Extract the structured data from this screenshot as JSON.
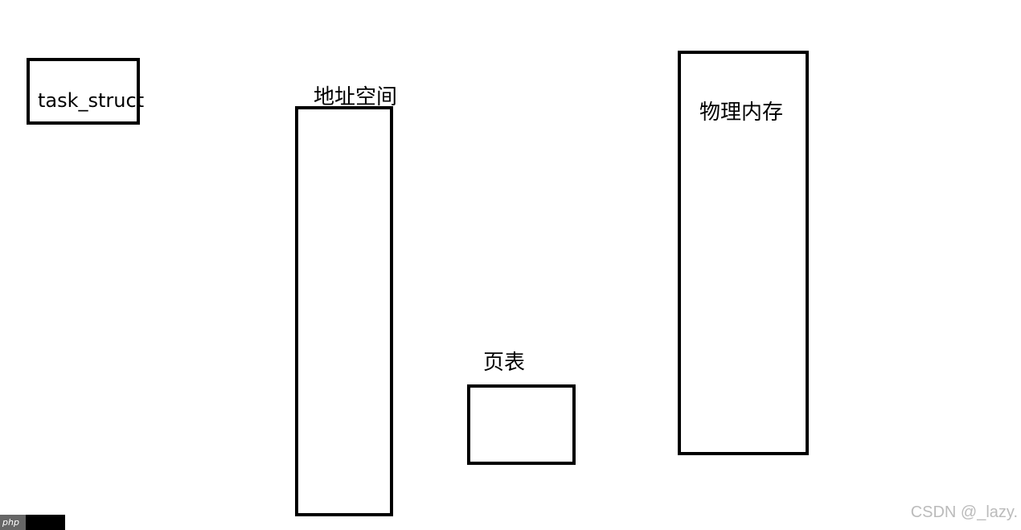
{
  "diagram": {
    "nodes": [
      {
        "id": "task_struct",
        "label": "task_struct"
      },
      {
        "id": "address_space",
        "label": "地址空间"
      },
      {
        "id": "page_table",
        "label": "页表"
      },
      {
        "id": "physical_memory",
        "label": "物理内存"
      }
    ]
  },
  "watermark": "CSDN @_lazy.",
  "badge": {
    "text": "php"
  },
  "colors": {
    "stroke": "#000000",
    "background": "#ffffff",
    "watermark": "#bbbbbb"
  }
}
